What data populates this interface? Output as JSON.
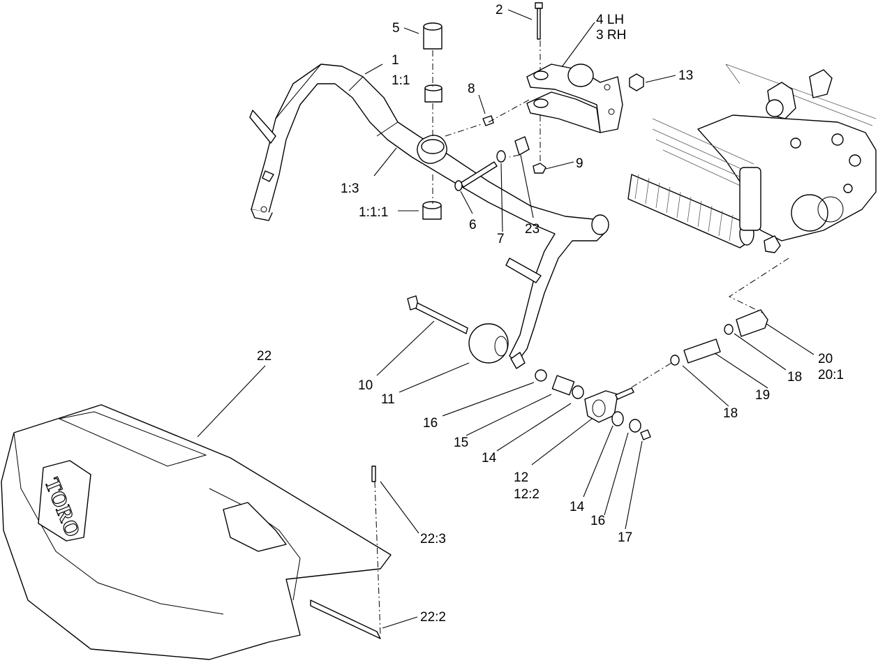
{
  "brand_logo": "TORO",
  "callouts": {
    "c1": "1",
    "c1_1": "1:1",
    "c1_3": "1:3",
    "c1_1_1": "1:1:1",
    "c2": "2",
    "c4": "4 LH",
    "c3": "3 RH",
    "c5": "5",
    "c6": "6",
    "c7": "7",
    "c8": "8",
    "c9": "9",
    "c10": "10",
    "c11": "11",
    "c12": "12",
    "c12_2": "12:2",
    "c13": "13",
    "c14a": "14",
    "c14b": "14",
    "c15": "15",
    "c16a": "16",
    "c16b": "16",
    "c17": "17",
    "c18a": "18",
    "c18b": "18",
    "c19": "19",
    "c20": "20",
    "c20_1": "20:1",
    "c22": "22",
    "c22_2": "22:2",
    "c22_3": "22:3",
    "c23": "23"
  }
}
